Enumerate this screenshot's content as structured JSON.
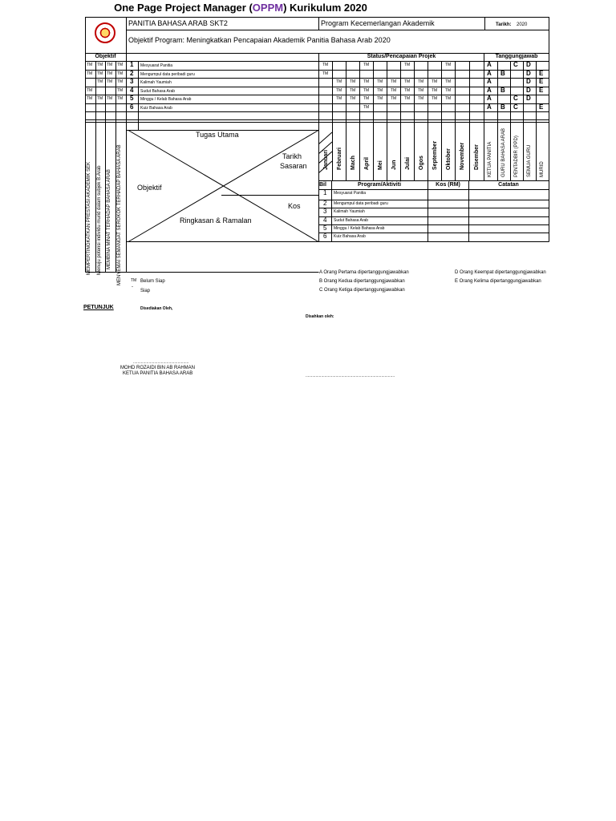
{
  "title": {
    "prefix": "One Page Project Manager (",
    "accent": "OPPM",
    "suffix": ") Kurikulum 2020"
  },
  "header": {
    "panitia": "PANITIA BAHASA ARAB  SKT2",
    "program": "Program Kecemerlangan Akademik",
    "tarikh_label": "Tarikh:",
    "tarikh_value": "2020",
    "objektif_program": "Objektif Program: Meningkatkan Pencapaian Akademik Panitia Bahasa Arab 2020"
  },
  "sections": {
    "objektif": "Objektif",
    "status": "Status/Pencapaian Projek",
    "tanggungjawab": "Tanggungjawab"
  },
  "tm": "TM",
  "tasks": [
    {
      "no": "1",
      "name": "Mesyuarat Panitia"
    },
    {
      "no": "2",
      "name": "Mengumpul data peribadi guru"
    },
    {
      "no": "3",
      "name": "Kalimah Yaumiah"
    },
    {
      "no": "4",
      "name": "Sudut Bahasa Arab"
    },
    {
      "no": "5",
      "name": "Minggu / Kelab Bahasa Arab"
    },
    {
      "no": "6",
      "name": "Kuiz Bahasa Arab"
    }
  ],
  "responsibility_rows": [
    [
      "A",
      "",
      "C",
      "D",
      ""
    ],
    [
      "A",
      "B",
      "",
      "D",
      "E"
    ],
    [
      "A",
      "",
      "",
      "D",
      "E"
    ],
    [
      "A",
      "B",
      "",
      "D",
      "E"
    ],
    [
      "A",
      "",
      "C",
      "D",
      ""
    ],
    [
      "A",
      "B",
      "C",
      "",
      "E"
    ]
  ],
  "objectives_vertical": [
    "MEMPERTINGKATKAN PRESTASI AKADEMIK SEK",
    "Menuju potensi individu murid dalam subjek B.Arab",
    "MEMBINA MINAT TERHADAP BAHASA ARAB",
    "MENYEMAI SEMANGAT SEROKOK TERHADAP BAHASA ARAB"
  ],
  "center_labels": {
    "tugas_utama": "Tugas Utama",
    "tarikh": "Tarikh",
    "sasaran": "Sasaran",
    "objektif": "Objektif",
    "kos": "Kos",
    "ringkasan": "Ringkasan & Ramalan"
  },
  "months": [
    "Januari",
    "Februari",
    "Mach",
    "April",
    "Mei",
    "Jun",
    "Julai",
    "Ogos",
    "September",
    "Oktober",
    "November",
    "Disember"
  ],
  "roles": [
    "KETUA PANITIA",
    "GURU BAHASA ARAB",
    "PENTADBIR (PPD)",
    "SEMUA GURU",
    "MURID"
  ],
  "program_table": {
    "headers": {
      "bil": "Bil",
      "program": "Program/Aktiviti",
      "kos": "Kos (RM)",
      "catatan": "Catatan"
    }
  },
  "legend": {
    "a": "A  Orang Pertama dipertanggungjawabkan",
    "b": "B  Orang Kedua dipertanggungjawabkan",
    "c": "C  Orang Ketiga dipertanggungjawabkan",
    "d": "D  Orang Keempat dipertanggungjawabkan",
    "e": "E  Orang Kelima dipertanggungjawabkan",
    "tm_mark": "TM",
    "dash": "-",
    "belum_siap": "Belum Siap",
    "siap": "Siap"
  },
  "footer": {
    "petunjuk": "PETUNJUK",
    "disediakan": "Disediakan Oleh,",
    "disahkan": "Disahkan oleh:",
    "dots1": "..................................................",
    "name": "MOHD ROZAIDI BIN AB RAHMAN",
    "position": "KETUA PANITIA  BAHASA ARAB",
    "dots2": "................................................................................"
  }
}
